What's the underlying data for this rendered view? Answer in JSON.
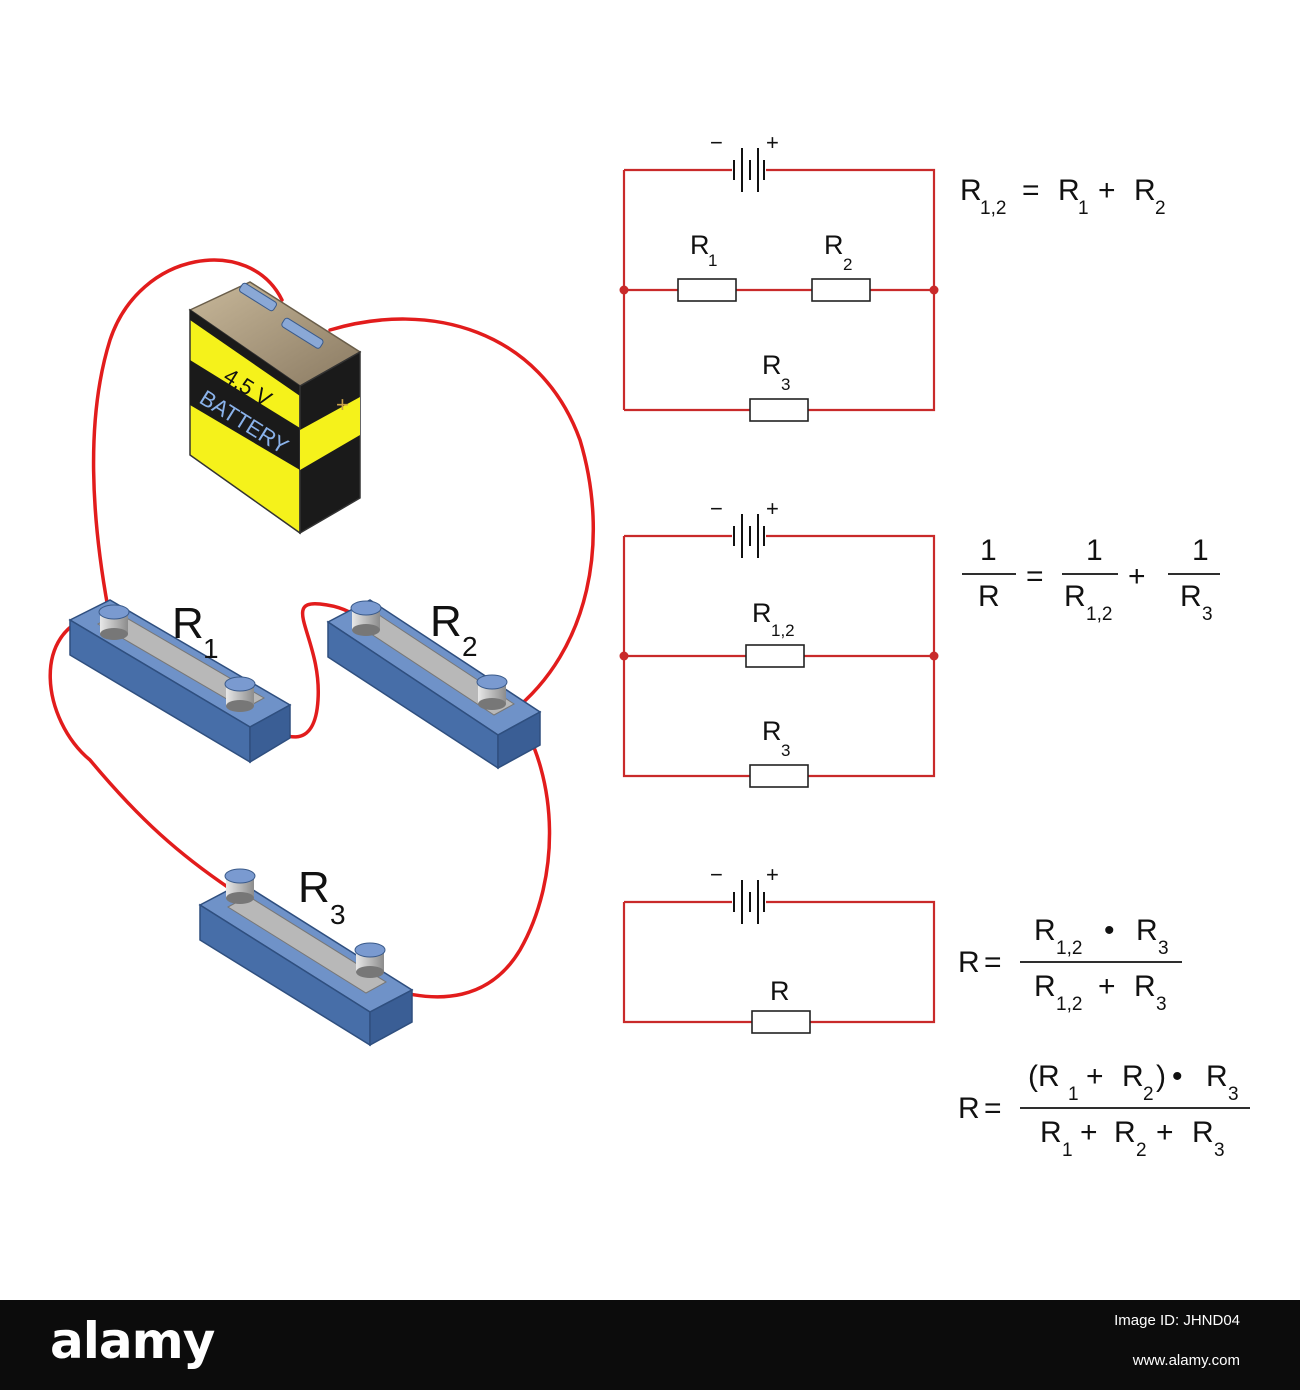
{
  "battery": {
    "voltage": "4.5 V",
    "label": "BATTERY",
    "plus_mark": "+"
  },
  "components": {
    "r1": {
      "base": "R",
      "sub": "1"
    },
    "r2": {
      "base": "R",
      "sub": "2"
    },
    "r3": {
      "base": "R",
      "sub": "3"
    }
  },
  "circuits": {
    "minus": "−",
    "plus": "+",
    "c1": {
      "r1": {
        "base": "R",
        "sub": "1"
      },
      "r2": {
        "base": "R",
        "sub": "2"
      },
      "r3": {
        "base": "R",
        "sub": "3"
      }
    },
    "c2": {
      "r12": {
        "base": "R",
        "sub": "1,2"
      },
      "r3": {
        "base": "R",
        "sub": "3"
      }
    },
    "c3": {
      "r": "R"
    }
  },
  "equations": {
    "eq1": {
      "lhs": "R",
      "lhs_sub": "1,2",
      "equals": "=",
      "a": "R",
      "a_sub": "1",
      "plus": "+",
      "b": "R",
      "b_sub": "2"
    },
    "eq2": {
      "one": "1",
      "r": "R",
      "equals": "=",
      "r12": "R",
      "r12_sub": "1,2",
      "plus": "+",
      "r3": "R",
      "r3_sub": "3"
    },
    "eq3": {
      "lhs": "R",
      "equals": "=",
      "n1": "R",
      "n1_sub": "1,2",
      "dot": "•",
      "n2": "R",
      "n2_sub": "3",
      "d1": "R",
      "d1_sub": "1,2",
      "plus": "+",
      "d2": "R",
      "d2_sub": "3"
    },
    "eq4": {
      "lhs": "R",
      "equals": "=",
      "open": "(R",
      "n1_sub": "1",
      "plus": "+",
      "n2": "R",
      "n2_sub": "2",
      "close": ")",
      "dot": "•",
      "n3": "R",
      "n3_sub": "3",
      "d1": "R",
      "d1_sub": "1",
      "d2": "R",
      "d2_sub": "2",
      "d3": "R",
      "d3_sub": "3"
    }
  },
  "watermark": {
    "brand": "alamy",
    "image_id_label": "Image ID: JHND04",
    "site": "www.alamy.com"
  },
  "colors": {
    "wire": "#e21c1c",
    "battery_yellow": "#f5f21b",
    "resistor_blue": "#5b7fb8"
  }
}
